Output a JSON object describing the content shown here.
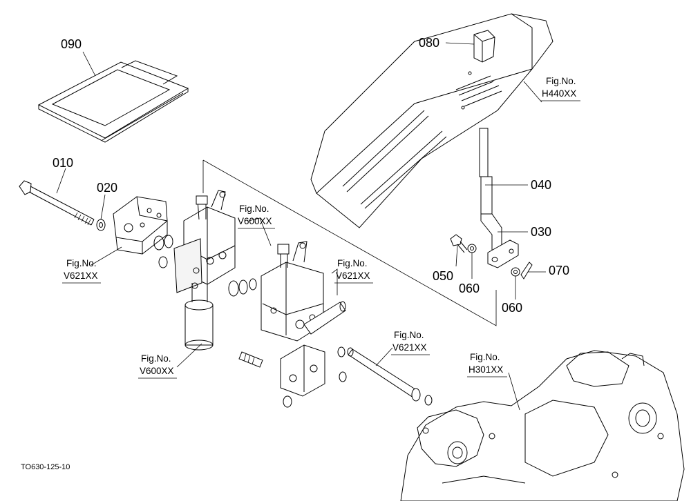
{
  "diagram": {
    "drawing_code": "TO630-125-10",
    "parts": {
      "p090": "090",
      "p080": "080",
      "p010": "010",
      "p020": "020",
      "p040": "040",
      "p030": "030",
      "p050": "050",
      "p060a": "060",
      "p060b": "060",
      "p070": "070"
    },
    "figrefs": {
      "h440": {
        "label": "Fig.No.",
        "code": "H440XX"
      },
      "v600a": {
        "label": "Fig.No.",
        "code": "V600XX"
      },
      "v621a": {
        "label": "Fig.No.",
        "code": "V621XX"
      },
      "v621b": {
        "label": "Fig.No.",
        "code": "V621XX"
      },
      "v600b": {
        "label": "Fig.No.",
        "code": "V600XX"
      },
      "v621c": {
        "label": "Fig.No.",
        "code": "V621XX"
      },
      "h301": {
        "label": "Fig.No.",
        "code": "H301XX"
      }
    }
  }
}
